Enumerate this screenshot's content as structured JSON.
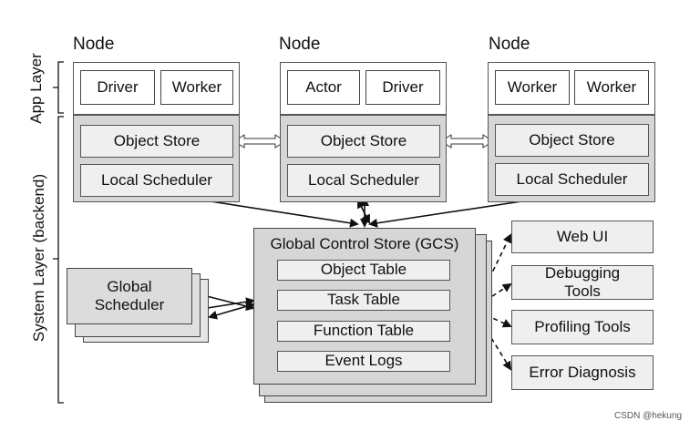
{
  "layers": {
    "app": "App Layer",
    "system": "System Layer (backend)"
  },
  "nodes": [
    {
      "title": "Node",
      "app": [
        "Driver",
        "Worker"
      ],
      "object_store": "Object Store",
      "local_scheduler": "Local Scheduler"
    },
    {
      "title": "Node",
      "app": [
        "Actor",
        "Driver"
      ],
      "object_store": "Object Store",
      "local_scheduler": "Local Scheduler"
    },
    {
      "title": "Node",
      "app": [
        "Worker",
        "Worker"
      ],
      "object_store": "Object Store",
      "local_scheduler": "Local Scheduler"
    }
  ],
  "global_scheduler": "Global\nScheduler",
  "gcs": {
    "title": "Global Control Store (GCS)",
    "tables": [
      "Object Table",
      "Task Table",
      "Function Table",
      "Event Logs"
    ]
  },
  "tools": [
    "Web UI",
    "Debugging\nTools",
    "Profiling Tools",
    "Error Diagnosis"
  ],
  "watermark": "CSDN @hekung"
}
